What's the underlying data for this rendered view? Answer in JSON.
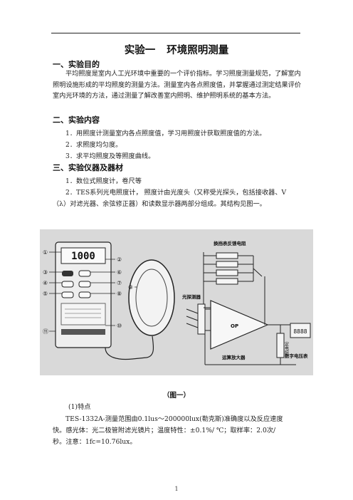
{
  "title": {
    "part1": "实验一",
    "part2": "环境照明测量"
  },
  "sections": [
    {
      "heading": "一、实验目的"
    },
    {
      "heading": "二、实验内容"
    },
    {
      "heading": "三、实验仪器及器材"
    }
  ],
  "purpose_text": "平均照度是室内人工光环境中重要的一个评价指标。学习照度测量规范，了解室内照明设施形成的平均照度的测量方法。测量室内各点照度值，并掌握通过测定结果评价室内光环境的方法，通过测量了解改善室内照明、维护照明系统的基本方法。",
  "content_items": [
    "1．用照度计测量室内各点照度值，学习用照度计获取照度值的方法。",
    "2．求照度均匀度。",
    "3．求平均照度及等照度曲线。"
  ],
  "equipment_item1": "1．数位式照度计，卷尺等",
  "equipment_item2_line1": "2．TES系列光电照度计， 照度计由光度头（又称受光探头，包括接收器、V",
  "equipment_item2_line2": "（λ）对滤光器、余弦修正器）和读数显示器两部分组成。其结构见图一。",
  "figure": {
    "meter_display": "1000",
    "circled_labels": [
      "①",
      "②",
      "③",
      "④",
      "⑤",
      "⑥",
      "⑦",
      "⑧",
      "⑨",
      "⑩",
      "⑪"
    ],
    "resistor_label": "换挡表反馈电阻",
    "probe_label": "光探测器",
    "opamp_label": "OP",
    "amp_label": "运算放大器",
    "fixed_resistor_label": "定电阻",
    "digital_meter_label": "数字电压表",
    "digital_display": "8888"
  },
  "caption": "（图一）",
  "features_heading": "(1)特点",
  "features_line1": "TES-1332A-测量范围由0.1lus～200000lux(勒克斯)准确度以及反应速度",
  "features_line2": "快。感光体：光二极管附滤光镜片；温度特性：±0.1%/ ℃；取样率：2.0次/",
  "features_line3": "秒。注意：1fc=10.76lux。",
  "page_number": "1"
}
